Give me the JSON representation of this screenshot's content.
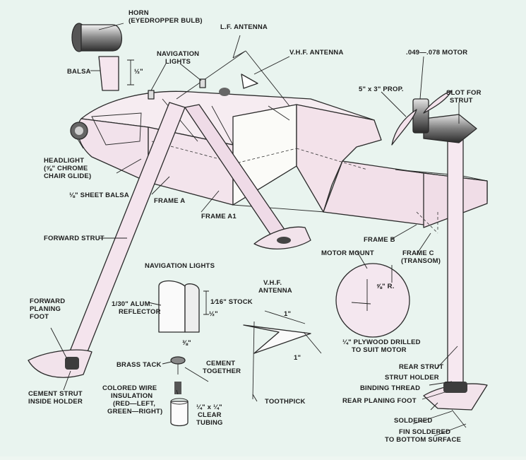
{
  "labels": {
    "horn": "HORN",
    "horn_sub": "(EYEDROPPER BULB)",
    "lf_antenna": "L.F. ANTENNA",
    "nav_lights_top_1": "NAVIGATION",
    "nav_lights_top_2": "LIGHTS",
    "vhf_antenna_top": "V.H.F. ANTENNA",
    "motor": ".049—.078 MOTOR",
    "balsa": "BALSA",
    "balsa_dim": "½\"",
    "prop": "5\" x 3\" PROP.",
    "slot_1": "SLOT FOR",
    "slot_2": "STRUT",
    "headlight_1": "HEADLIGHT",
    "headlight_2": "(⅝\" CHROME",
    "headlight_3": "CHAIR GLIDE)",
    "sheet_balsa": "⅛\" SHEET BALSA",
    "frame_a": "FRAME A",
    "frame_a1": "FRAME A1",
    "forward_strut": "FORWARD STRUT",
    "frame_b": "FRAME B",
    "frame_c_1": "FRAME C",
    "frame_c_2": "(TRANSOM)",
    "motor_mount": "MOTOR MOUNT",
    "mount_radius": "⅝\" R.",
    "plywood_1": "¼\" PLYWOOD DRILLED",
    "plywood_2": "TO SUIT MOTOR",
    "nav_lights_detail": "NAVIGATION LIGHTS",
    "reflector_1": "1/30\" ALUM.",
    "reflector_2": "REFLECTOR",
    "dim_1_16": "1⁄16\" STOCK",
    "dim_half": "½\"",
    "dim_3_8": "⅜\"",
    "vhf_detail_1": "V.H.F.",
    "vhf_detail_2": "ANTENNA",
    "vhf_dim_1a": "1\"",
    "vhf_dim_1b": "1\"",
    "forward_foot_1": "FORWARD",
    "forward_foot_2": "PLANING",
    "forward_foot_3": "FOOT",
    "brass_tack": "BRASS TACK",
    "cement_1": "CEMENT",
    "cement_2": "TOGETHER",
    "wire_1": "COLORED WIRE",
    "wire_2": "INSULATION",
    "wire_3": "(RED—LEFT,",
    "wire_4": "GREEN—RIGHT)",
    "tubing_1": "¼\" x ¼\"",
    "tubing_2": "CLEAR",
    "tubing_3": "TUBING",
    "toothpick": "TOOTHPICK",
    "rear_strut": "REAR STRUT",
    "strut_holder": "STRUT HOLDER",
    "binding_thread": "BINDING THREAD",
    "rear_foot": "REAR PLANING FOOT",
    "soldered": "SOLDERED",
    "fin_1": "FIN SOLDERED",
    "fin_2": "TO BOTTOM SURFACE",
    "cement_strut_1": "CEMENT STRUT",
    "cement_strut_2": "INSIDE HOLDER"
  },
  "colors": {
    "background": "#e9f4ef",
    "hull_fill": "#f3e3ec",
    "hull_shade": "#dcc3d2",
    "frame_fill": "#fbfbf8",
    "strut_fill": "#f5e6ee",
    "metal": "#9a9a9a",
    "dark_metal": "#444444",
    "wood_fill": "#f4e8ef"
  }
}
